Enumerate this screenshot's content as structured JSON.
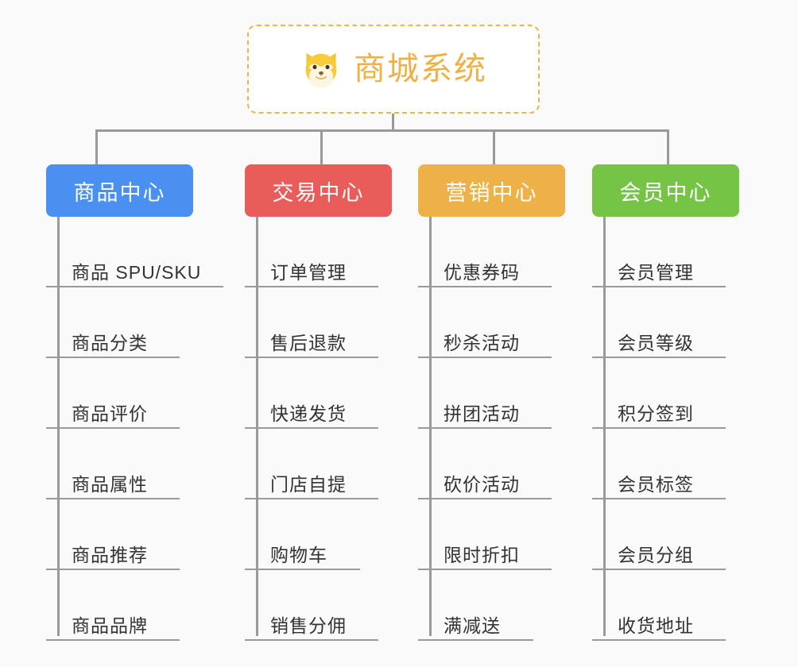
{
  "diagram": {
    "title": "商城系统",
    "root_icon": "shiba-inu-dog-face-icon",
    "background_color": "#fafafa",
    "root_border_color": "#eab54a",
    "root_text_color": "#edb147",
    "connector_color": "#9a9a9a"
  },
  "branches": [
    {
      "label": "商品中心",
      "color": "#4a90f0",
      "items": [
        {
          "label": "商品 SPU/SKU"
        },
        {
          "label": "商品分类"
        },
        {
          "label": "商品评价"
        },
        {
          "label": "商品属性"
        },
        {
          "label": "商品推荐"
        },
        {
          "label": "商品品牌"
        }
      ]
    },
    {
      "label": "交易中心",
      "color": "#e85d5a",
      "items": [
        {
          "label": "订单管理"
        },
        {
          "label": "售后退款"
        },
        {
          "label": "快递发货"
        },
        {
          "label": "门店自提"
        },
        {
          "label": "购物车"
        },
        {
          "label": "销售分佣"
        }
      ]
    },
    {
      "label": "营销中心",
      "color": "#edb147",
      "items": [
        {
          "label": "优惠券码"
        },
        {
          "label": "秒杀活动"
        },
        {
          "label": "拼团活动"
        },
        {
          "label": "砍价活动"
        },
        {
          "label": "限时折扣"
        },
        {
          "label": "满减送"
        }
      ]
    },
    {
      "label": "会员中心",
      "color": "#76c445",
      "items": [
        {
          "label": "会员管理"
        },
        {
          "label": "会员等级"
        },
        {
          "label": "积分签到"
        },
        {
          "label": "会员标签"
        },
        {
          "label": "会员分组"
        },
        {
          "label": "收货地址"
        }
      ]
    }
  ]
}
